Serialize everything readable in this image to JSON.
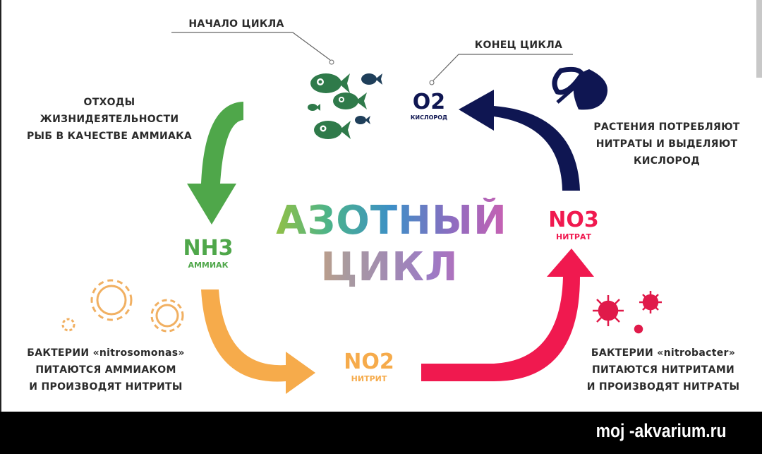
{
  "title": {
    "line1": "АЗОТНЫЙ",
    "line2": "ЦИКЛ"
  },
  "cycle_start": "НАЧАЛО ЦИКЛА",
  "cycle_end": "КОНЕЦ ЦИКЛА",
  "fish_waste": [
    "ОТХОДЫ",
    "ЖИЗНИДЕЯТЕЛЬНОСТИ",
    "РЫБ В КАЧЕСТВЕ АММИАКА"
  ],
  "plants": [
    "РАСТЕНИЯ ПОТРЕБЛЯЮТ",
    "НИТРАТЫ И ВЫДЕЛЯЮТ",
    "КИСЛОРОД"
  ],
  "o2": {
    "formula": "O2",
    "name": "КИСЛОРОД"
  },
  "nh3": {
    "formula": "NH3",
    "name": "АММИАК"
  },
  "no2": {
    "formula": "NO2",
    "name": "НИТРИТ"
  },
  "no3": {
    "formula": "NO3",
    "name": "НИТРАТ"
  },
  "nitrosomonas": [
    "БАКТЕРИИ «nitrosomonas»",
    "ПИТАЮТСЯ АММИАКОМ",
    "И ПРОИЗВОДЯТ НИТРИТЫ"
  ],
  "nitrobacter": [
    "БАКТЕРИИ «nitrobacter»",
    "ПИТАЮТСЯ НИТРИТАМИ",
    "И ПРОИЗВОДЯТ НИТРАТЫ"
  ],
  "watermark": "moj -akvarium.ru",
  "colors": {
    "green": "#4fa74a",
    "navy": "#0f1652",
    "orange": "#f6ab4b",
    "red": "#f0194f",
    "fish": "#2f7a4a"
  }
}
